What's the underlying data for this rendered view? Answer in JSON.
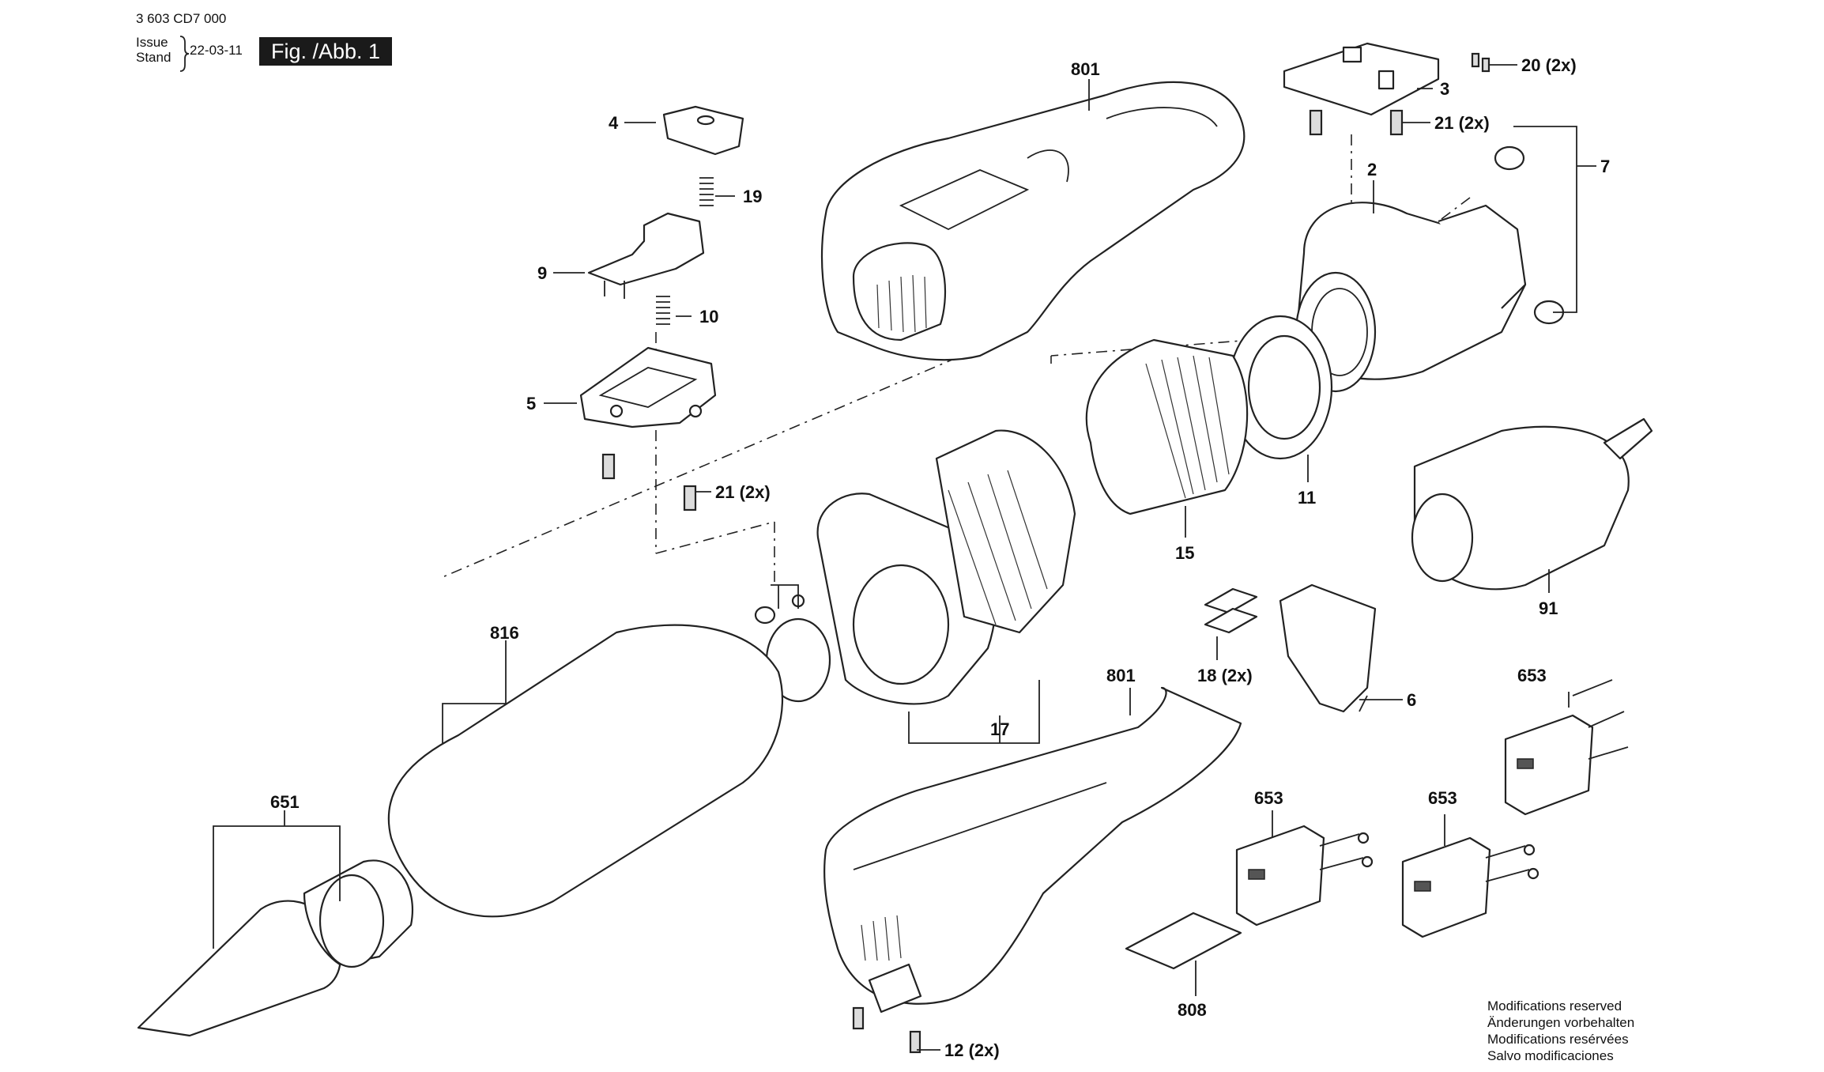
{
  "header": {
    "doc_number": "3 603 CD7 000",
    "issue_label_en": "Issue",
    "issue_label_de": "Stand",
    "issue_date": "22-03-11",
    "figure_label": "Fig. /Abb. 1"
  },
  "callouts": {
    "c801_top": "801",
    "c4": "4",
    "c19": "19",
    "c9": "9",
    "c10": "10",
    "c5": "5",
    "c21_left": "21 (2x)",
    "c3": "3",
    "c20": "20 (2x)",
    "c21_right": "21 (2x)",
    "c2": "2",
    "c7": "7",
    "c11": "11",
    "c15": "15",
    "c91": "91",
    "c816": "816",
    "c17": "17",
    "c18": "18 (2x)",
    "c6": "6",
    "c801_bottom": "801",
    "c653_a": "653",
    "c653_b": "653",
    "c653_c": "653",
    "c651": "651",
    "c808": "808",
    "c12": "12 (2x)"
  },
  "footer": {
    "modifications": [
      "Modifications reserved",
      "Änderungen vorbehalten",
      "Modifications resérvées",
      "Salvo modificaciones"
    ]
  }
}
